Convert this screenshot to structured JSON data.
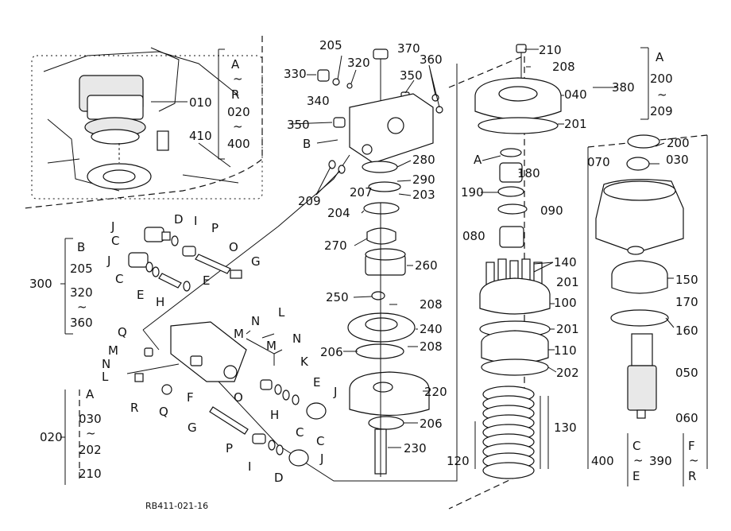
{
  "drawing_code": "RB411-021-16",
  "callouts": {
    "c010": "010",
    "c410": "410",
    "c020": "020",
    "c030": "030",
    "c040": "040",
    "c050": "050",
    "c060": "060",
    "c070": "070",
    "c080": "080",
    "c090": "090",
    "c100": "100",
    "c110": "110",
    "c120": "120",
    "c130": "130",
    "c140": "140",
    "c150": "150",
    "c160": "160",
    "c170": "170",
    "c180": "180",
    "c190": "190",
    "c200": "200",
    "c201a": "201",
    "c201b": "201",
    "c201c": "201",
    "c202": "202",
    "c203": "203",
    "c204": "204",
    "c205": "205",
    "c206a": "206",
    "c206b": "206",
    "c207": "207",
    "c208a": "208",
    "c208b": "208",
    "c208c": "208",
    "c209": "209",
    "c210": "210",
    "c220": "220",
    "c230": "230",
    "c240": "240",
    "c250": "250",
    "c260": "260",
    "c270": "270",
    "c280": "280",
    "c290": "290",
    "c300": "300",
    "c320": "320",
    "c330": "330",
    "c340": "340",
    "c350a": "350",
    "c350b": "350",
    "c360": "360",
    "c370": "370",
    "c380": "380",
    "c390": "390",
    "c400": "400",
    "lA": "A",
    "lB": "B",
    "lC1": "C",
    "lC2": "C",
    "lC3": "C",
    "lC4": "C",
    "lD1": "D",
    "lD2": "D",
    "lE1": "E",
    "lE2": "E",
    "lE3": "E",
    "lF": "F",
    "lG1": "G",
    "lG2": "G",
    "lH1": "H",
    "lH2": "H",
    "lI1": "I",
    "lI2": "I",
    "lJ1": "J",
    "lJ2": "J",
    "lJ3": "J",
    "lJ4": "J",
    "lK": "K",
    "lL1": "L",
    "lL2": "L",
    "lM1": "M",
    "lM2": "M",
    "lM3": "M",
    "lN1": "N",
    "lN2": "N",
    "lN3": "N",
    "lO1": "O",
    "lO2": "O",
    "lP1": "P",
    "lP2": "P",
    "lQ1": "Q",
    "lQ2": "Q",
    "lR": "R"
  },
  "ranges": {
    "r010": {
      "from": "A",
      "mid": "R",
      "a": "020",
      "b": "400"
    },
    "r300": {
      "from": "B",
      "a": "205",
      "b": "320",
      "c": "360"
    },
    "r020": {
      "from": "A",
      "a": "030",
      "b": "202",
      "c": "210"
    },
    "r380": {
      "from": "A",
      "a": "200",
      "b": "209"
    },
    "r400": {
      "from": "C",
      "to": "E"
    },
    "r390": {
      "from": "F",
      "to": "R"
    }
  },
  "tilde": "~"
}
